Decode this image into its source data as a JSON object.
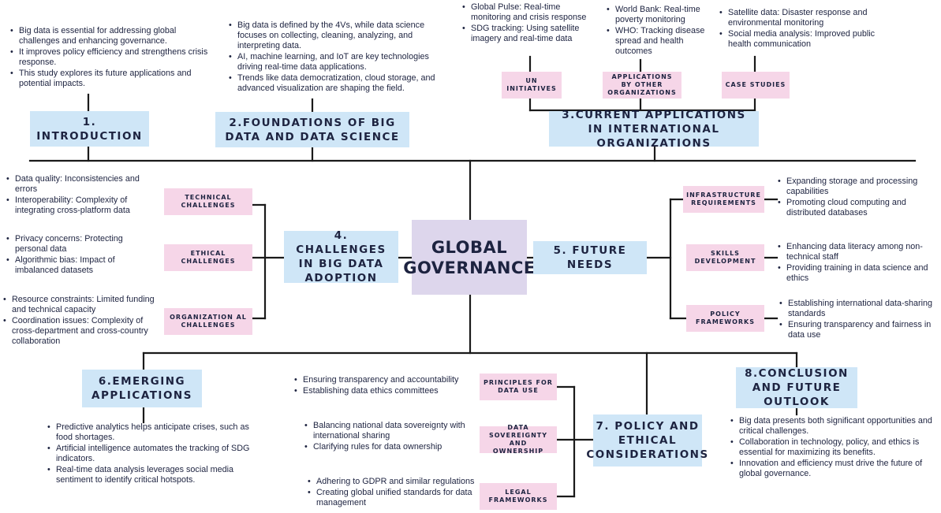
{
  "center": "GLOBAL GOVERNANCE",
  "intro": {
    "title": "1. INTRODUCTION",
    "bullets": [
      "Big data is essential for addressing global challenges and enhancing governance.",
      "It improves policy efficiency and strengthens crisis response.",
      "This study explores its future applications and potential impacts."
    ]
  },
  "foundations": {
    "title": "2.FOUNDATIONS OF BIG DATA AND DATA SCIENCE",
    "bullets": [
      "Big data is defined by the 4Vs, while data science focuses on collecting, cleaning, analyzing, and interpreting data.",
      "AI, machine learning, and IoT are key technologies driving real-time data applications.",
      "Trends like data democratization, cloud storage, and advanced visualization are shaping the field."
    ]
  },
  "current": {
    "title": "3.CURRENT APPLICATIONS IN INTERNATIONAL ORGANIZATIONS",
    "un": {
      "label": "UN INITIATIVES",
      "bullets": [
        "Global Pulse: Real-time monitoring and crisis response",
        "SDG tracking: Using satellite imagery and real-time data"
      ]
    },
    "other": {
      "label": "APPLICATIONS BY OTHER ORGANIZATIONS",
      "bullets": [
        "World Bank: Real-time poverty monitoring",
        "WHO: Tracking disease spread and health outcomes"
      ]
    },
    "cases": {
      "label": "CASE STUDIES",
      "bullets": [
        "Satellite data: Disaster response and environmental monitoring",
        "Social media analysis: Improved public health communication"
      ]
    }
  },
  "challenges": {
    "title": "4. CHALLENGES IN BIG DATA ADOPTION",
    "technical": {
      "label": "TECHNICAL CHALLENGES",
      "bullets": [
        "Data quality: Inconsistencies and errors",
        "Interoperability: Complexity of integrating cross-platform data"
      ]
    },
    "ethical": {
      "label": "ETHICAL CHALLENGES",
      "bullets": [
        "Privacy concerns: Protecting personal data",
        "Algorithmic bias: Impact of imbalanced datasets"
      ]
    },
    "organizational": {
      "label": "ORGANIZATION AL CHALLENGES",
      "bullets": [
        "Resource constraints: Limited funding and technical capacity",
        "Coordination issues: Complexity of cross-department and cross-country collaboration"
      ]
    }
  },
  "future_needs": {
    "title": "5. FUTURE NEEDS",
    "infrastructure": {
      "label": "INFRASTRUCTURE REQUIREMENTS",
      "bullets": [
        "Expanding storage and processing capabilities",
        "Promoting cloud computing and distributed databases"
      ]
    },
    "skills": {
      "label": "SKILLS DEVELOPMENT",
      "bullets": [
        "Enhancing data literacy among non-technical staff",
        "Providing training in data science and ethics"
      ]
    },
    "policy": {
      "label": "POLICY FRAMEWORKS",
      "bullets": [
        "Establishing international data-sharing standards",
        "Ensuring transparency and fairness in data use"
      ]
    }
  },
  "emerging": {
    "title": "6.EMERGING APPLICATIONS",
    "bullets": [
      "Predictive analytics helps anticipate crises, such as food shortages.",
      "Artificial intelligence automates the tracking of SDG indicators.",
      "Real-time data analysis leverages social media sentiment to identify critical hotspots."
    ]
  },
  "policy_ethics": {
    "title": "7. POLICY AND ETHICAL CONSIDERATIONS",
    "principles": {
      "label": "PRINCIPLES FOR DATA USE",
      "bullets": [
        "Ensuring transparency and accountability",
        "Establishing data ethics committees"
      ]
    },
    "sovereignty": {
      "label": "DATA SOVEREIGNTY AND OWNERSHIP",
      "bullets": [
        "Balancing national data sovereignty with international sharing",
        "Clarifying rules for data ownership"
      ]
    },
    "legal": {
      "label": "LEGAL FRAMEWORKS",
      "bullets": [
        "Adhering to GDPR and similar regulations",
        "Creating global unified standards for data management"
      ]
    }
  },
  "conclusion": {
    "title": "8.CONCLUSION AND FUTURE OUTLOOK",
    "bullets": [
      "Big data presents both significant opportunities and critical challenges.",
      "Collaboration in technology, policy, and ethics is essential for maximizing its benefits.",
      "Innovation and efficiency must drive the future of global governance."
    ]
  }
}
